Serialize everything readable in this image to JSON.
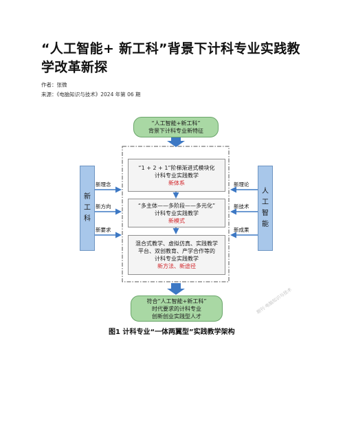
{
  "article": {
    "title": "“人工智能+ 新工科”背景下计科专业实践教学改革新探",
    "author_line": "作者：张微",
    "source_line": "来源：《电脑知识与技术》2024 年第 06 期"
  },
  "figure": {
    "top_box": [
      "“人工智能+新工科”",
      "背景下计科专业新特征"
    ],
    "left_bar": "新工科",
    "right_bar": "人工智能",
    "left_labels": [
      "新理念",
      "新方向",
      "新要求"
    ],
    "right_labels": [
      "新理论",
      "新技术",
      "新成果"
    ],
    "inner_boxes": [
      {
        "lines": [
          "“1 + 2 + 1”阶梯渐进式模块化",
          "计科专业实践教学"
        ],
        "highlight": "新体系"
      },
      {
        "lines": [
          "“多主体——多阶段——多元化”",
          "计科专业实践教学"
        ],
        "highlight": "新模式"
      },
      {
        "lines": [
          "混合式教学、虚拟仿真、实践教学",
          "平台、双创教育、产学合作等的",
          "计科专业实践教学"
        ],
        "highlight": "新方法、新途径"
      }
    ],
    "bottom_box": [
      "符合“人工智能+新工科”",
      "时代要求的计科专业",
      "创新创业实践型人才"
    ],
    "caption": "图1  计科专业“一体两翼型”实践教学架构",
    "watermark": "期刊·电脑知识与技术",
    "colors": {
      "arrow_blue": "#3d78c4",
      "box_green": "#a9d8a4",
      "side_blue": "#a8c7ea",
      "highlight_red": "#d2252a"
    }
  }
}
